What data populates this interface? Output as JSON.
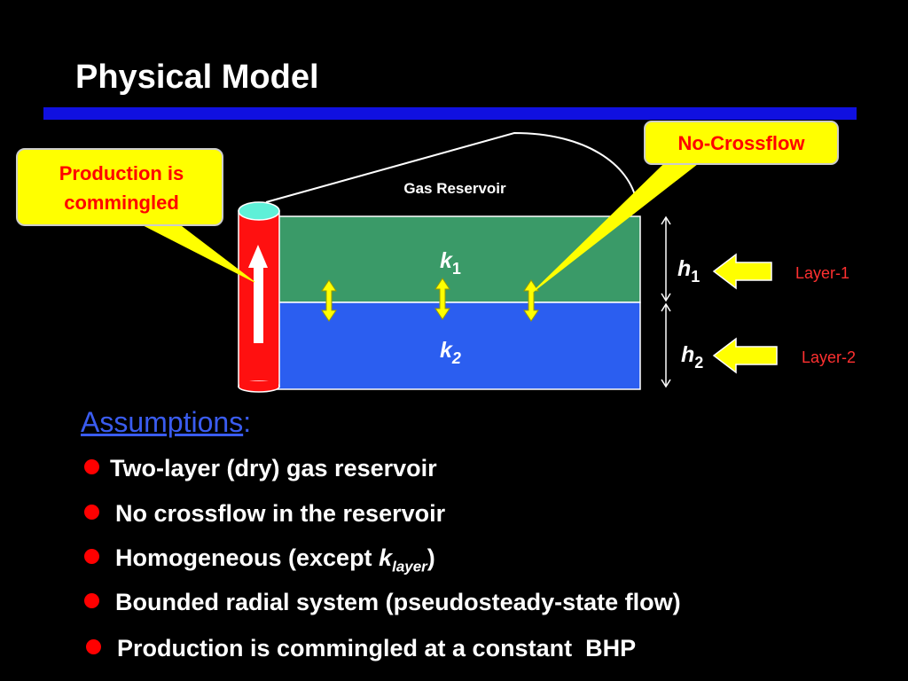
{
  "slide": {
    "title": "Physical Model"
  },
  "diagram": {
    "gas_reservoir_label": "Gas Reservoir",
    "callout_left": {
      "line1": "Production is",
      "line2": "commingled"
    },
    "callout_right": "No-Crossflow",
    "k1": {
      "symbol": "k",
      "sub": "1"
    },
    "k2": {
      "symbol": "k",
      "sub": "2"
    },
    "h1": {
      "symbol": "h",
      "sub": "1"
    },
    "h2": {
      "symbol": "h",
      "sub": "2"
    },
    "layer1_label": "Layer-1",
    "layer2_label": "Layer-2",
    "colors": {
      "layer1": "#3a9a68",
      "layer2": "#2b5ef0",
      "well": "#ff1010",
      "well_cap": "#5ff0d8",
      "callout": "#ffff00",
      "callout_text": "#ff0000",
      "arrow": "#ffff00"
    }
  },
  "assumptions": {
    "heading": "Assumptions",
    "colon": ":",
    "items": [
      "Two-layer (dry) gas reservoir",
      "No crossflow in the reservoir",
      "Bounded radial system (pseudosteady-state flow)",
      "Production is commingled at a constant  BHP"
    ],
    "homogeneous": {
      "prefix": "Homogeneous (except ",
      "k": "k",
      "sub": "layer",
      "suffix": ")"
    }
  }
}
